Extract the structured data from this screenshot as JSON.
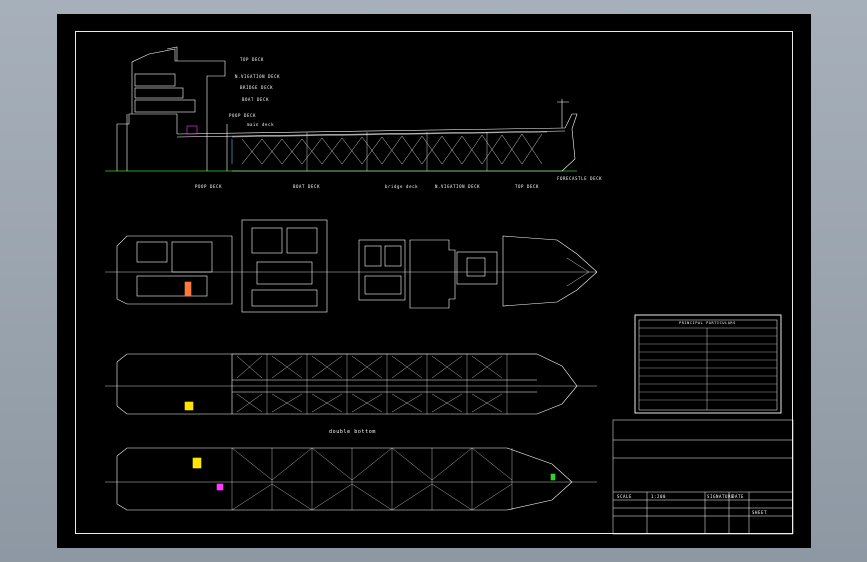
{
  "profile_labels": {
    "top_deck": "TOP DECK",
    "navig_deck": "N.VIGATION DECK",
    "bridge_deck": "BRIDGE DECK",
    "boat_deck_upper": "BOAT DECK",
    "poop_deck_upper": "POOP DECK",
    "main_deck": "main deck"
  },
  "view_labels": {
    "poop_deck": "POOP DECK",
    "boat_deck": "BOAT DECK",
    "bridge_deck": "bridge deck",
    "navig_deck": "N.VIGATION DECK",
    "top_deck": "TOP DECK",
    "forecastle_deck": "FORECASTLE DECK"
  },
  "double_bottom_label": "double bottom",
  "principal_particulars": {
    "title": "PRINCIPAL PARTICULARS",
    "rows": 10
  },
  "title_block": {
    "scale_label": "SCALE",
    "scale_value": "1:200",
    "signature_label": "SIGNATURE",
    "date_label": "DATE",
    "sheet_label": "SHEET"
  },
  "colors": {
    "sheet": "#000000",
    "line": "#ffffff",
    "accent_green": "#2dd42d",
    "accent_magenta": "#ff3cff",
    "accent_yellow": "#ffe600",
    "accent_orange": "#ff7a3a",
    "note_red": "#ff2a2a"
  }
}
